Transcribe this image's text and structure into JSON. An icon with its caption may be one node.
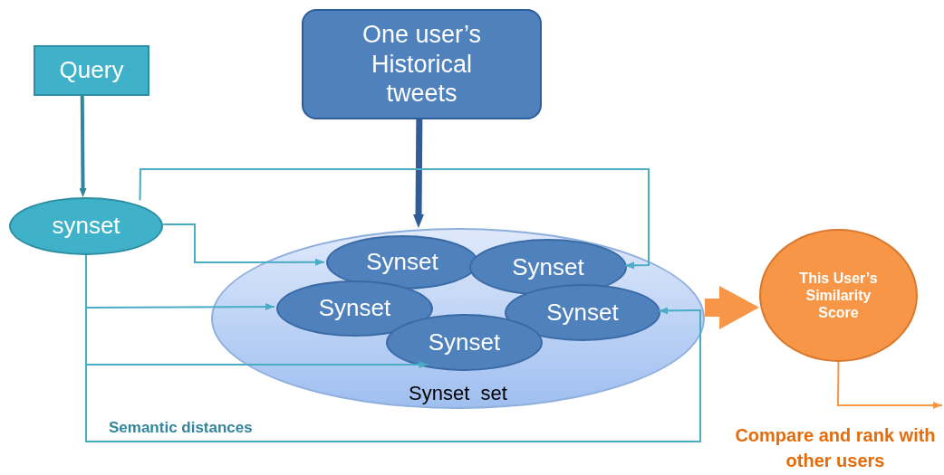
{
  "diagram": {
    "nodes": [
      {
        "text": [
          "Query"
        ]
      },
      {
        "text": [
          "One user’s Historical tweets"
        ]
      },
      {
        "text": [
          "synset"
        ]
      },
      {
        "text": [
          "Synset  set"
        ]
      },
      {
        "text": [
          "Synset"
        ],
        "in": 3
      },
      {
        "text": [
          "Synset"
        ],
        "in": 3
      },
      {
        "text": [
          "Synset"
        ],
        "in": 3
      },
      {
        "text": [
          "Synset"
        ],
        "in": 3
      },
      {
        "text": [
          "Synset"
        ],
        "in": 3
      },
      {
        "text": [
          "This User’s Similarity Score"
        ]
      }
    ],
    "edges": [
      {
        "from": 0,
        "to": 2,
        "arrow": "to",
        "style": "thick",
        "color": "#31859c"
      },
      {
        "from": 1,
        "to": 3,
        "arrow": "to",
        "style": "thick",
        "color": "#2e5d9a"
      },
      {
        "from": 2,
        "to": 4,
        "arrow": "to"
      },
      {
        "from": 2,
        "to": 5,
        "arrow": "to"
      },
      {
        "from": 2,
        "to": 6,
        "arrow": "to"
      },
      {
        "from": 2,
        "to": 8,
        "arrow": "to"
      },
      {
        "from": 2,
        "to": 7,
        "arrow": "to"
      },
      {
        "from": 3,
        "to": 9,
        "arrow": "to",
        "style": "thick",
        "color": "#f79646"
      },
      {
        "from": 9,
        "to": null,
        "arrow": "to",
        "color": "#f79646"
      }
    ],
    "labels": [
      "Semantic distances",
      "Compare and rank with other users"
    ]
  }
}
